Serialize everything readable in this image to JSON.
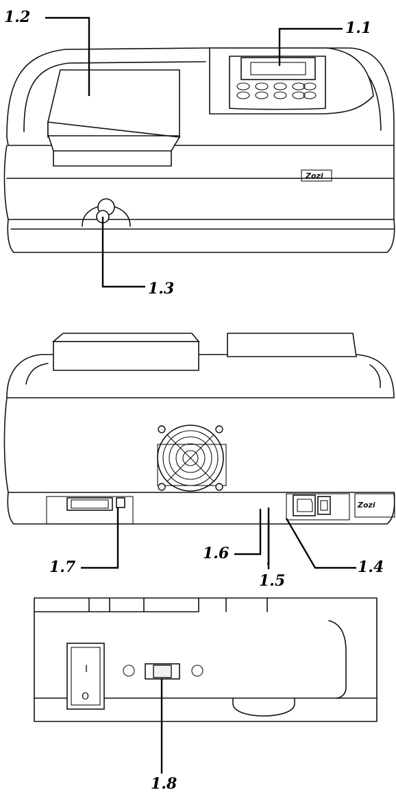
{
  "callouts": {
    "c1_1": "1.1",
    "c1_2": "1.2",
    "c1_3": "1.3",
    "c1_4": "1.4",
    "c1_5": "1.5",
    "c1_6": "1.6",
    "c1_7": "1.7",
    "c1_8": "1.8"
  },
  "brand": "Zozi",
  "switch_marks": {
    "on": "I",
    "off": "O"
  },
  "colors": {
    "line": "#111111",
    "background": "#ffffff"
  }
}
